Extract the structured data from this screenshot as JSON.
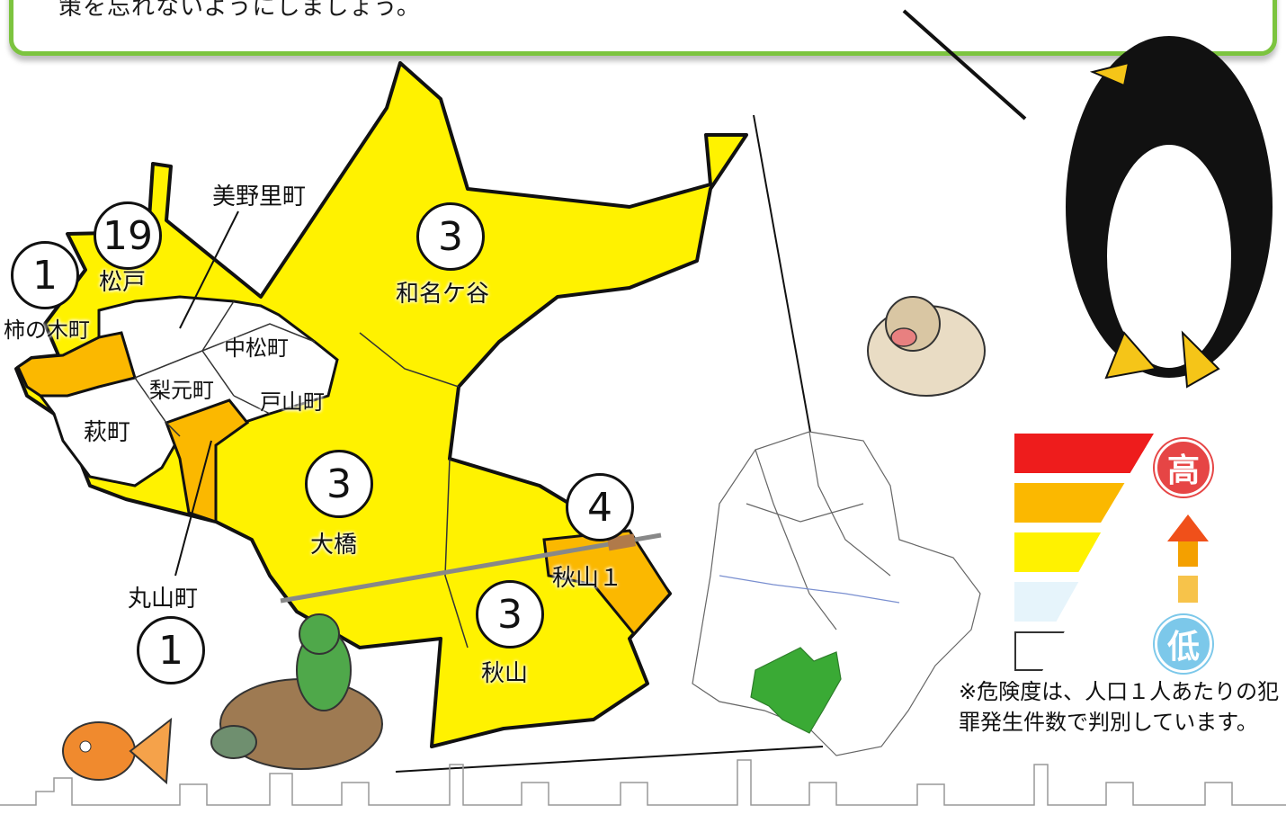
{
  "banner": {
    "text": "策を忘れないようにしましょう。"
  },
  "colors": {
    "high": "#ee1c1c",
    "mid_high": "#fbb800",
    "mid": "#fff200",
    "low": "#e6f4fb",
    "none": "#ffffff",
    "frame": "#7cc43f",
    "highlight": "#3aaa35"
  },
  "districts": [
    {
      "name": "美野里町",
      "count": ""
    },
    {
      "name": "松戸",
      "count": "19"
    },
    {
      "name": "柿の木町",
      "count": "1"
    },
    {
      "name": "中松町",
      "count": ""
    },
    {
      "name": "梨元町",
      "count": ""
    },
    {
      "name": "戸山町",
      "count": ""
    },
    {
      "name": "萩町",
      "count": ""
    },
    {
      "name": "和名ケ谷",
      "count": "3"
    },
    {
      "name": "大橋",
      "count": "3"
    },
    {
      "name": "秋山１",
      "count": "4"
    },
    {
      "name": "秋山",
      "count": "3"
    },
    {
      "name": "丸山町",
      "count": "1"
    }
  ],
  "legend": {
    "high_label": "高",
    "low_label": "低",
    "note": "※危険度は、人口１人あたりの犯罪発生件数で判別しています。"
  }
}
